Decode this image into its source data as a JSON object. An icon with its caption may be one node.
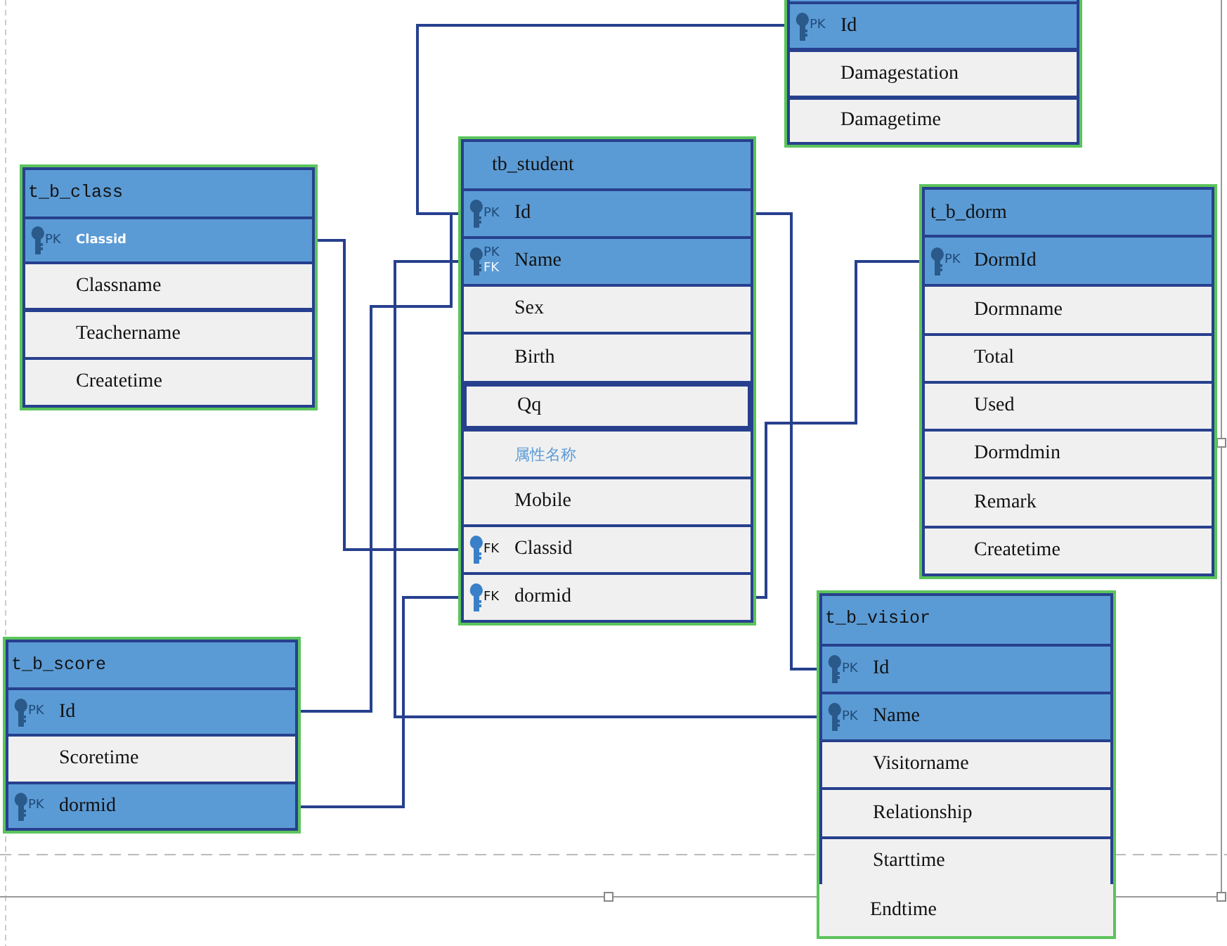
{
  "diagram": {
    "nodes": [
      {
        "text": [],
        "shape": "box"
      },
      {
        "text": [
          "PK",
          "Id"
        ],
        "in": 0
      },
      {
        "text": [
          "Damagestation"
        ],
        "in": 0
      },
      {
        "text": [
          "Damagetime"
        ],
        "in": 0
      },
      {
        "text": [
          "t_b_class"
        ]
      },
      {
        "text": [
          "PK",
          "Classid"
        ],
        "in": 4
      },
      {
        "text": [
          "Classname"
        ],
        "in": 4
      },
      {
        "text": [
          "Teachername"
        ],
        "in": 4
      },
      {
        "text": [
          "Createtime"
        ],
        "in": 4
      },
      {
        "text": [
          "tb_student"
        ]
      },
      {
        "text": [
          "PK",
          "Id"
        ],
        "in": 9
      },
      {
        "text": [
          "PK",
          "FK",
          "Name"
        ],
        "in": 9
      },
      {
        "text": [
          "Sex"
        ],
        "in": 9
      },
      {
        "text": [
          "Birth"
        ],
        "in": 9
      },
      {
        "text": [
          "Qq"
        ],
        "in": 9
      },
      {
        "text": [
          "属性名称"
        ],
        "in": 9
      },
      {
        "text": [
          "Mobile"
        ],
        "in": 9
      },
      {
        "text": [
          "FK",
          "Classid"
        ],
        "in": 9
      },
      {
        "text": [
          "FK",
          "dormid"
        ],
        "in": 9
      },
      {
        "text": [
          "t_b_dorm"
        ]
      },
      {
        "text": [
          "PK",
          "DormId"
        ],
        "in": 19
      },
      {
        "text": [
          "Dormname"
        ],
        "in": 19
      },
      {
        "text": [
          "Total"
        ],
        "in": 19
      },
      {
        "text": [
          "Used"
        ],
        "in": 19
      },
      {
        "text": [
          "Dormdmin"
        ],
        "in": 19
      },
      {
        "text": [
          "Remark"
        ],
        "in": 19
      },
      {
        "text": [
          "Createtime"
        ],
        "in": 19
      },
      {
        "text": [
          "t_b_score"
        ]
      },
      {
        "text": [
          "PK",
          "Id"
        ],
        "in": 27
      },
      {
        "text": [
          "Scoretime"
        ],
        "in": 27
      },
      {
        "text": [
          "PK",
          "dormid"
        ],
        "in": 27
      },
      {
        "text": [
          "t_b_visior"
        ]
      },
      {
        "text": [
          "PK",
          "Id"
        ],
        "in": 31
      },
      {
        "text": [
          "PK",
          "Name"
        ],
        "in": 31
      },
      {
        "text": [
          "Visitorname"
        ],
        "in": 31
      },
      {
        "text": [
          "Relationship"
        ],
        "in": 31
      },
      {
        "text": [
          "Starttime"
        ],
        "in": 31
      },
      {
        "text": [
          "Endtime"
        ],
        "in": 31
      }
    ],
    "edges": [
      {
        "from": 1,
        "to": 10,
        "arrow": "none"
      },
      {
        "from": 5,
        "to": 17,
        "arrow": "none"
      },
      {
        "from": 28,
        "to": 10,
        "arrow": "none"
      },
      {
        "from": 33,
        "to": 11,
        "arrow": "none"
      },
      {
        "from": 30,
        "to": 18,
        "arrow": "none"
      },
      {
        "from": 18,
        "to": 20,
        "arrow": "none"
      },
      {
        "from": 10,
        "to": 32,
        "arrow": "none"
      }
    ]
  }
}
